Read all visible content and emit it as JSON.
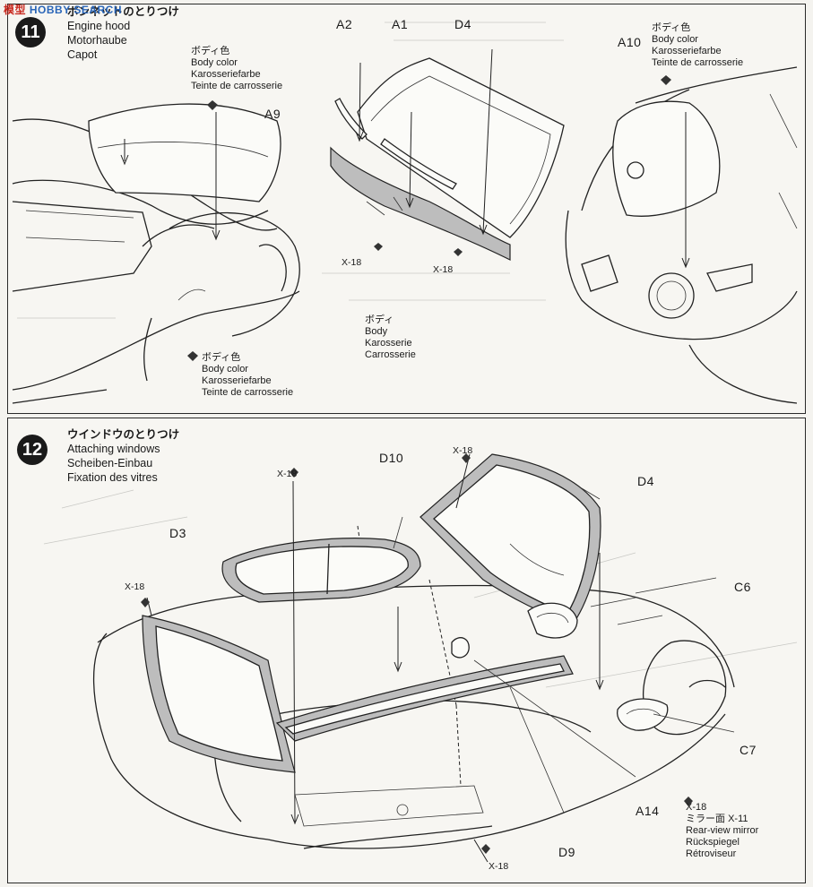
{
  "watermark": {
    "part1": "模型",
    "part2": "HOBBY SEARCH"
  },
  "step11": {
    "number": "11",
    "title_jp": "ボンネットのとりつけ",
    "title_en": "Engine hood",
    "title_de": "Motorhaube",
    "title_fr": "Capot",
    "paint_jp": "ボディ色",
    "paint_en": "Body color",
    "paint_de": "Karosseriefarbe",
    "paint_fr": "Teinte de carrosserie",
    "body_jp": "ボディ",
    "body_en": "Body",
    "body_de": "Karosserie",
    "body_fr": "Carrosserie",
    "parts": {
      "a9": "A9",
      "a2": "A2",
      "a1": "A1",
      "d4": "D4",
      "a10": "A10"
    },
    "screw": "X-18"
  },
  "step12": {
    "number": "12",
    "title_jp": "ウインドウのとりつけ",
    "title_en": "Attaching windows",
    "title_de": "Scheiben-Einbau",
    "title_fr": "Fixation des vitres",
    "parts": {
      "d10": "D10",
      "d4": "D4",
      "d3": "D3",
      "c6": "C6",
      "c7": "C7",
      "a14": "A14",
      "d9": "D9"
    },
    "screw": "X-18",
    "mirror_jp": "ミラー面",
    "mirror_paint": "X-11",
    "mirror_en": "Rear-view mirror",
    "mirror_de": "Rückspiegel",
    "mirror_fr": "Rétroviseur"
  }
}
